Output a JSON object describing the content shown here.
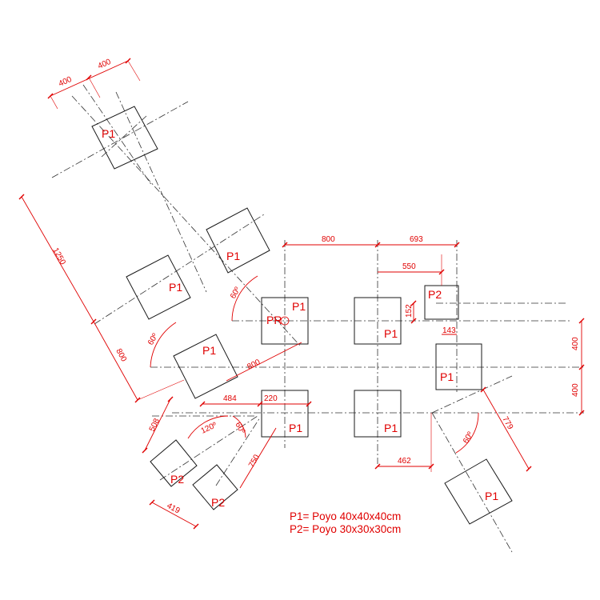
{
  "pier_labels": {
    "p1": "P1",
    "p2": "P2",
    "pr": "PR"
  },
  "dimensions": {
    "top_width_a": "400",
    "top_width_b": "400",
    "diag_span": "1250",
    "diag_span_b": "800",
    "mid_diag": "800",
    "row_span_a": "800",
    "row_span_b": "693",
    "row_span_c": "550",
    "offset_152": "152",
    "offset_143": "143",
    "right_vert_a": "400",
    "right_vert_b": "400",
    "low_484": "484",
    "low_220": "220",
    "low_508": "508",
    "low_750": "750",
    "low_419": "419",
    "low_462": "462",
    "low_779": "779"
  },
  "angles": {
    "a1": "60º",
    "a2": "60º",
    "a3": "120º",
    "a4": "60º",
    "a5": "60º"
  },
  "legend": {
    "line1": "P1= Poyo 40x40x40cm",
    "line2": "P2= Poyo 30x30x30cm"
  },
  "colors": {
    "annotation": "#e00000",
    "geometry": "#1a1a1a"
  }
}
